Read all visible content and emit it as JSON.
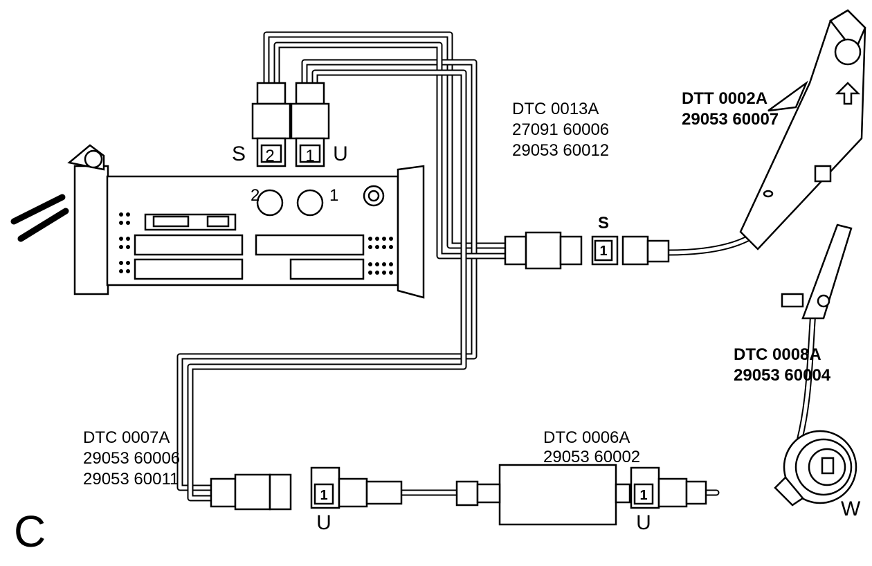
{
  "page_letter": "C",
  "labels": {
    "dtc0013a_name": "DTC 0013A",
    "dtc0013a_pn1": "27091 60006",
    "dtc0013a_pn2": "29053 60012",
    "dtt0002a_name": "DTT 0002A",
    "dtt0002a_pn": "29053 60007",
    "dtc0008a_name": "DTC 0008A",
    "dtc0008a_pn": "29053 60004",
    "dtc0006a_name": "DTC 0006A",
    "dtc0006a_pn": "29053 60002",
    "dtc0007a_name": "DTC 0007A",
    "dtc0007a_pn1": "29053 60006",
    "dtc0007a_pn2": "29053 60011"
  },
  "connector_tags": {
    "top_s": "S",
    "top_u": "U",
    "top_tag_2": "2",
    "top_tag_1": "1",
    "port_2": "2",
    "port_1": "1",
    "right_s": "S",
    "right_tag_1": "1",
    "bottom_u_left": "U",
    "bottom_tag_1_left": "1",
    "bottom_u_right": "U",
    "bottom_tag_1_right": "1",
    "w": "W"
  }
}
